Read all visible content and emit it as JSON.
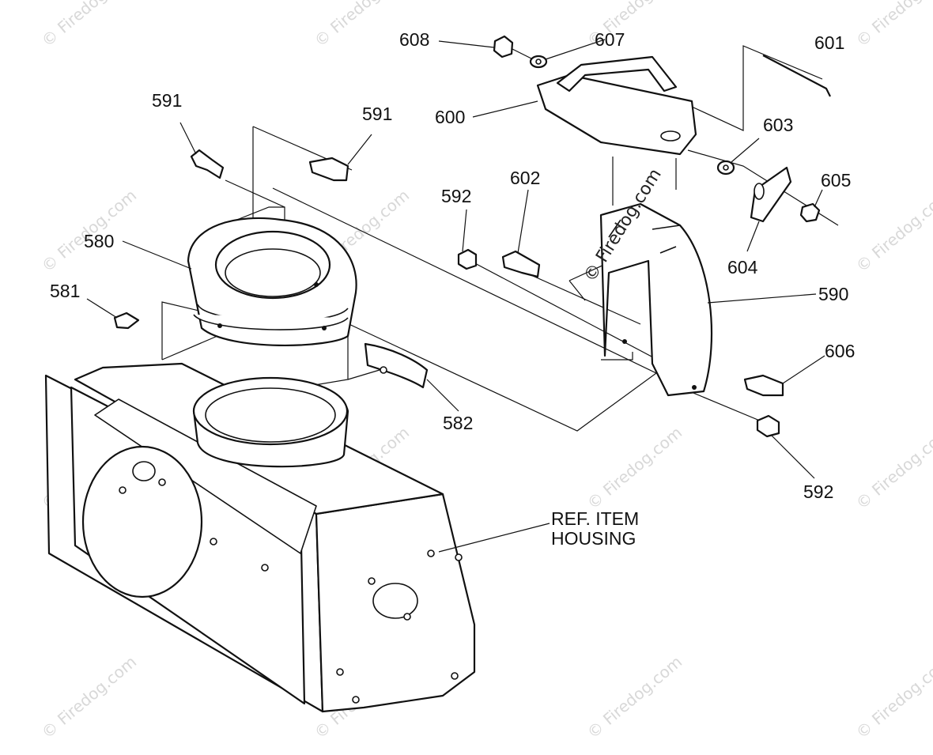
{
  "watermark": {
    "text": "© Firedog.com",
    "color": "#d8d8d8"
  },
  "parts": [
    {
      "id": "label-608",
      "number": "608"
    },
    {
      "id": "label-607",
      "number": "607"
    },
    {
      "id": "label-601",
      "number": "601"
    },
    {
      "id": "label-591a",
      "number": "591"
    },
    {
      "id": "label-591b",
      "number": "591"
    },
    {
      "id": "label-600",
      "number": "600"
    },
    {
      "id": "label-603",
      "number": "603"
    },
    {
      "id": "label-605",
      "number": "605"
    },
    {
      "id": "label-602",
      "number": "602"
    },
    {
      "id": "label-592a",
      "number": "592"
    },
    {
      "id": "label-580",
      "number": "580"
    },
    {
      "id": "label-604",
      "number": "604"
    },
    {
      "id": "label-581",
      "number": "581"
    },
    {
      "id": "label-590",
      "number": "590"
    },
    {
      "id": "label-606",
      "number": "606"
    },
    {
      "id": "label-582",
      "number": "582"
    },
    {
      "id": "label-592b",
      "number": "592"
    }
  ],
  "reference": {
    "line1": "REF. ITEM",
    "line2": "HOUSING"
  }
}
